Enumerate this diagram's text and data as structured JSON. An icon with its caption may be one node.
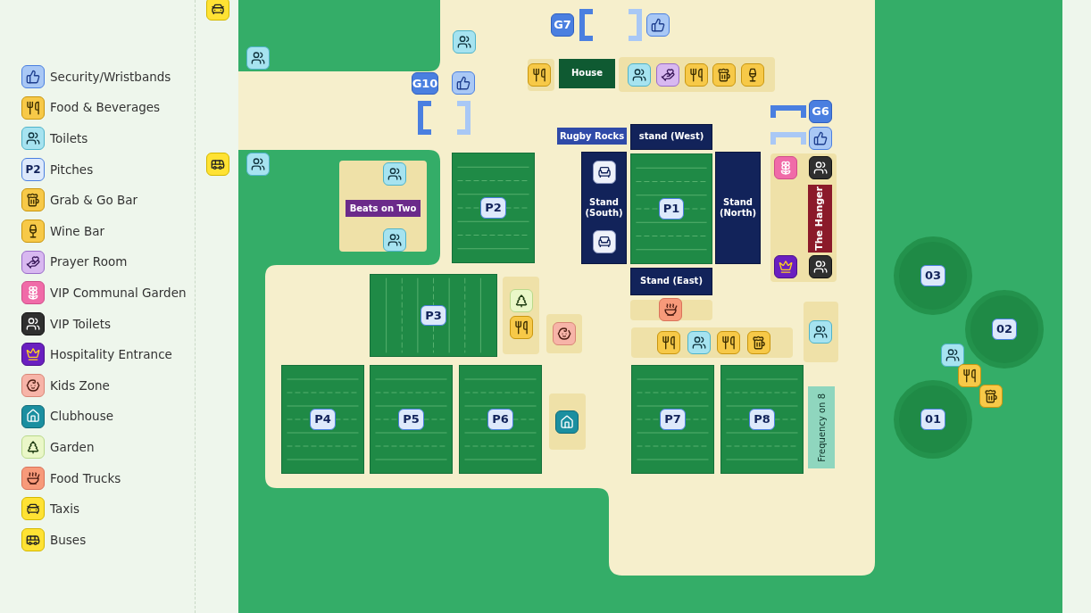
{
  "diagram": {
    "nodes": [
      {
        "text": [
          "G7"
        ]
      },
      {
        "text": [
          "House"
        ]
      },
      {
        "text": [
          "G10"
        ]
      },
      {
        "text": [
          "G6"
        ]
      },
      {
        "text": [
          "Rugby Rocks"
        ]
      },
      {
        "text": [
          "stand (West)"
        ]
      },
      {
        "text": [
          "Stand (South)"
        ]
      },
      {
        "text": [
          "P1"
        ]
      },
      {
        "text": [
          "Stand (North)"
        ]
      },
      {
        "text": [
          "P2"
        ]
      },
      {
        "text": [
          "Beats on Two"
        ]
      },
      {
        "text": [
          "The Hanger"
        ]
      },
      {
        "text": [
          "Stand (East)"
        ]
      },
      {
        "text": [
          "P3"
        ]
      },
      {
        "text": [
          "P4"
        ]
      },
      {
        "text": [
          "P5"
        ]
      },
      {
        "text": [
          "P6"
        ]
      },
      {
        "text": [
          "P7"
        ]
      },
      {
        "text": [
          "P8"
        ]
      },
      {
        "text": [
          "Frequency on 8"
        ]
      },
      {
        "text": [
          "03"
        ]
      },
      {
        "text": [
          "02"
        ]
      },
      {
        "text": [
          "01"
        ]
      }
    ],
    "labels": [
      "P2"
    ],
    "legend": [
      {
        "text": "Security/Wristbands"
      },
      {
        "text": "Food & Beverages"
      },
      {
        "text": "Toilets"
      },
      {
        "text": "Pitches"
      },
      {
        "text": "Grab & Go Bar"
      },
      {
        "text": "Wine Bar"
      },
      {
        "text": "Prayer Room"
      },
      {
        "text": "VIP Communal Garden"
      },
      {
        "text": "VIP Toilets"
      },
      {
        "text": "Hospitality Entrance"
      },
      {
        "text": "Kids Zone"
      },
      {
        "text": "Clubhouse"
      },
      {
        "text": "Garden"
      },
      {
        "text": "Food Trucks"
      },
      {
        "text": "Taxis"
      },
      {
        "text": "Buses"
      }
    ]
  }
}
